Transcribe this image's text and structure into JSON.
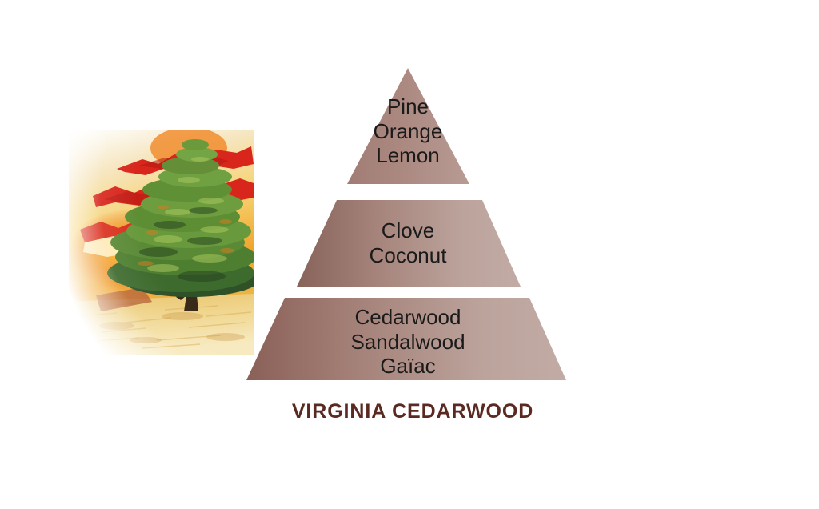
{
  "background_color": "#ffffff",
  "caption": {
    "text": "VIRGINIA CEDARWOOD",
    "color": "#5a2a22"
  },
  "illustration": {
    "name": "cedar-tree-photo",
    "description": "Cedar tree at sunset with red-orange sky and sandy ground",
    "colors": {
      "sky_red": "#d8261c",
      "sky_orange": "#f08a1a",
      "sky_yellow": "#f3d23f",
      "foliage_dark": "#2f5128",
      "foliage_mid": "#5a8a36",
      "foliage_light": "#8fb54a",
      "trunk": "#3a2a18",
      "ground_sand": "#e6c77a",
      "ground_light": "#f2e0ab"
    }
  },
  "pyramid": {
    "type": "fragrance-pyramid",
    "tiers": [
      {
        "id": "top",
        "name": "top-notes",
        "notes": [
          "Pine",
          "Orange",
          "Lemon"
        ],
        "text": "Pine\nOrange\nLemon",
        "fill_left": "#a58179",
        "fill_right": "#b79a93"
      },
      {
        "id": "middle",
        "name": "heart-notes",
        "notes": [
          "Clove",
          "Coconut"
        ],
        "text": "Clove\nCoconut",
        "fill_left": "#8a665c",
        "fill_right": "#c0a8a1"
      },
      {
        "id": "base",
        "name": "base-notes",
        "notes": [
          "Cedarwood",
          "Sandalwood",
          "Gaïac"
        ],
        "text": "Cedarwood\nSandalwood\nGaïac",
        "fill_left": "#8b6158",
        "fill_right": "#c0a8a1"
      }
    ]
  }
}
